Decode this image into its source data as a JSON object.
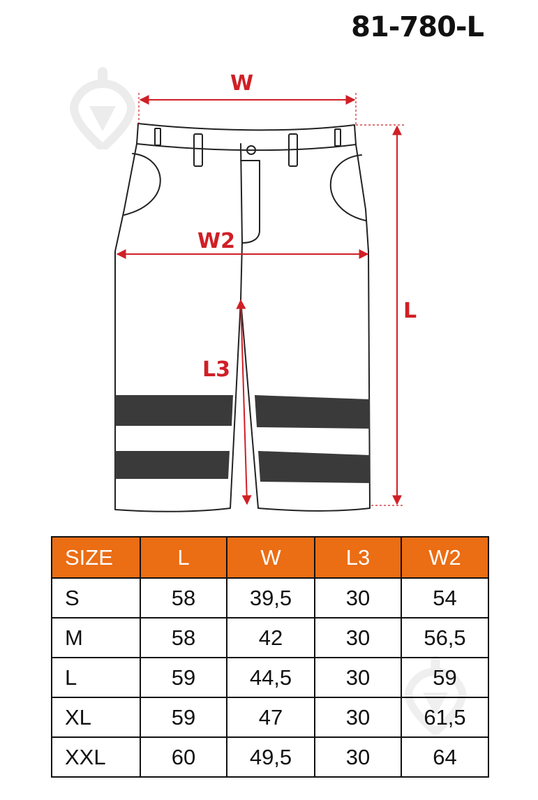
{
  "product_code": "81-780-L",
  "measure_labels": {
    "w": "W",
    "w2": "W2",
    "l": "L",
    "l3": "L3"
  },
  "colors": {
    "measure": "#d01f26",
    "header_bg": "#eb6d14",
    "stripe": "#3a3a3a",
    "outline": "#222222"
  },
  "icons": {
    "watermark": "trowel-logo-icon"
  },
  "size_table": {
    "headers": [
      "SIZE",
      "L",
      "W",
      "L3",
      "W2"
    ],
    "rows": [
      [
        "S",
        "58",
        "39,5",
        "30",
        "54"
      ],
      [
        "M",
        "58",
        "42",
        "30",
        "56,5"
      ],
      [
        "L",
        "59",
        "44,5",
        "30",
        "59"
      ],
      [
        "XL",
        "59",
        "47",
        "30",
        "61,5"
      ],
      [
        "XXL",
        "60",
        "49,5",
        "30",
        "64"
      ]
    ]
  }
}
